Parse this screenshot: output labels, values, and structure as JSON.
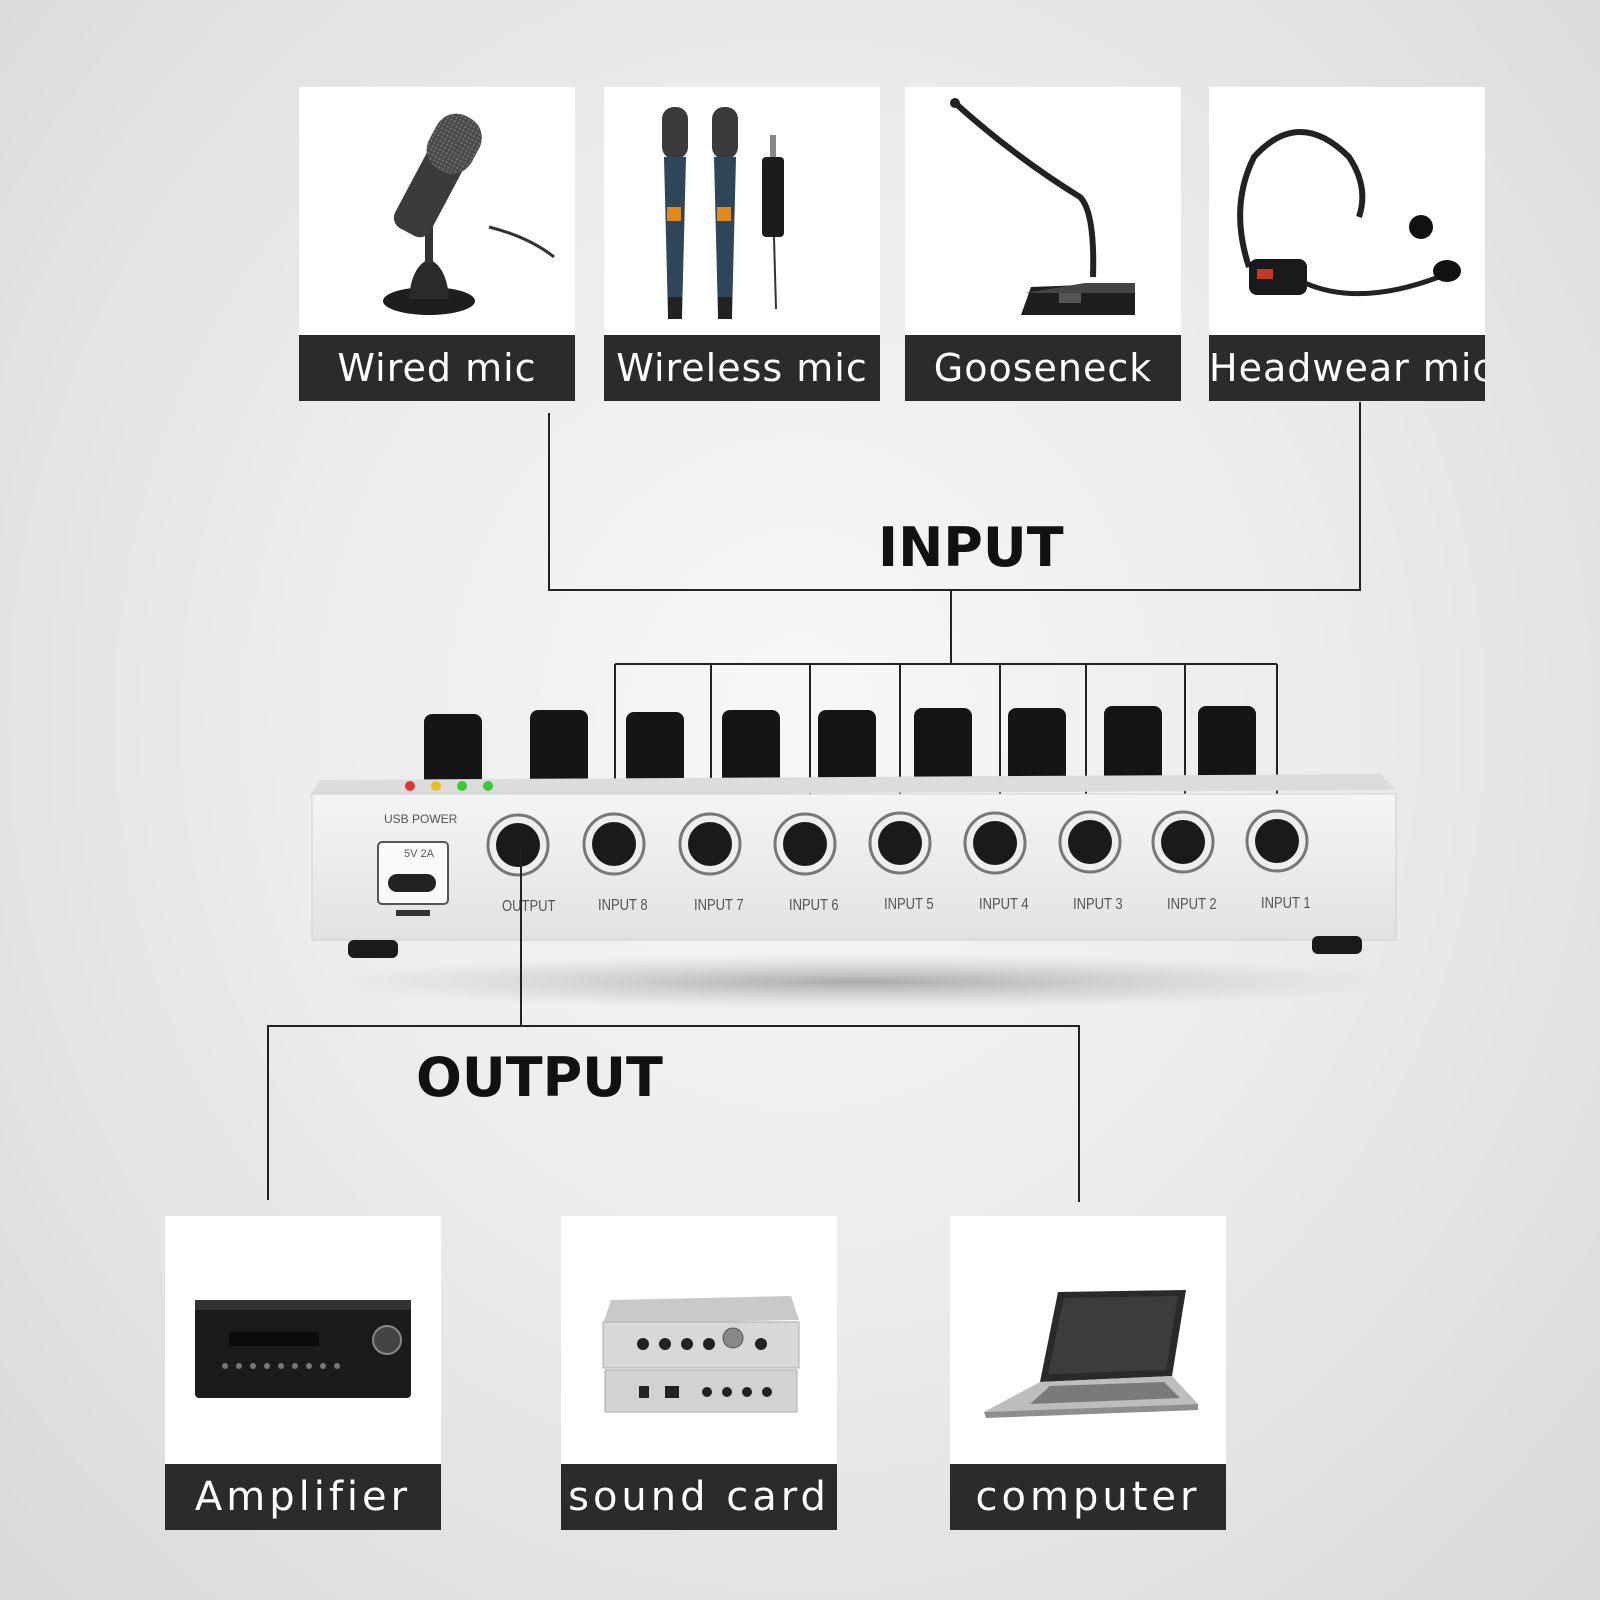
{
  "inputs": [
    {
      "label": "Wired mic",
      "icon": "wired-mic-icon"
    },
    {
      "label": "Wireless mic",
      "icon": "wireless-mic-icon"
    },
    {
      "label": "Gooseneck",
      "icon": "gooseneck-mic-icon"
    },
    {
      "label": "Headwear mic",
      "icon": "headset-mic-icon"
    }
  ],
  "input_heading": "INPUT",
  "output_heading": "OUTPUT",
  "mixer": {
    "usb_power": "USB POWER",
    "usb_rating": "5V 2A",
    "jacks": [
      "OUTPUT",
      "INPUT 8",
      "INPUT 7",
      "INPUT 6",
      "INPUT 5",
      "INPUT 4",
      "INPUT 3",
      "INPUT 2",
      "INPUT 1"
    ]
  },
  "outputs": [
    {
      "label": "Amplifier",
      "icon": "amplifier-icon"
    },
    {
      "label": "sound card",
      "icon": "sound-card-icon"
    },
    {
      "label": "computer",
      "icon": "laptop-icon"
    }
  ]
}
